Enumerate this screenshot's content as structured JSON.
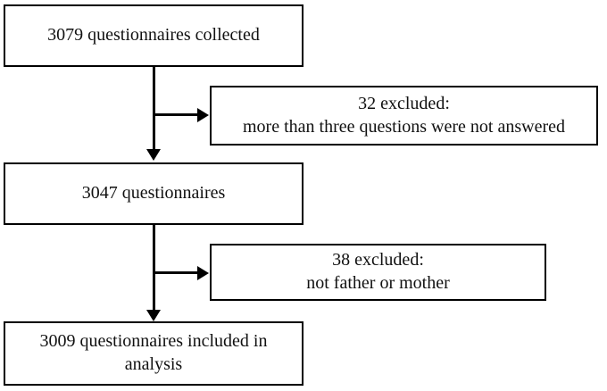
{
  "diagram": {
    "type": "flowchart",
    "orientation": "top-to-bottom",
    "title": "",
    "colors": {
      "box_border": "#000000",
      "box_fill": "#ffffff",
      "connector": "#000000",
      "text": "#111111",
      "background": "#ffffff"
    },
    "nodes": [
      {
        "id": "collected",
        "role": "primary",
        "lines": [
          "3079  questionnaires collected"
        ],
        "text": "3079  questionnaires collected"
      },
      {
        "id": "excluded-1",
        "role": "exclusion",
        "lines": [
          "32 excluded:",
          "more than three questions were not answered"
        ],
        "line1": "32 excluded:",
        "line2": "more than three questions were not answered",
        "count": 32
      },
      {
        "id": "remaining",
        "role": "primary",
        "lines": [
          "3047 questionnaires"
        ],
        "text": "3047 questionnaires"
      },
      {
        "id": "excluded-2",
        "role": "exclusion",
        "lines": [
          "38 excluded:",
          "not father or mother"
        ],
        "line1": "38 excluded:",
        "line2": "not father or mother",
        "count": 38
      },
      {
        "id": "included",
        "role": "primary",
        "lines": [
          "3009 questionnaires included in",
          "analysis"
        ],
        "line1": "3009 questionnaires included in",
        "line2": "analysis"
      }
    ],
    "edges": [
      {
        "from": "collected",
        "to": "remaining",
        "kind": "vertical-arrow"
      },
      {
        "from": "collected",
        "to": "excluded-1",
        "kind": "branch-right-arrow"
      },
      {
        "from": "remaining",
        "to": "included",
        "kind": "vertical-arrow"
      },
      {
        "from": "remaining",
        "to": "excluded-2",
        "kind": "branch-right-arrow"
      }
    ]
  }
}
